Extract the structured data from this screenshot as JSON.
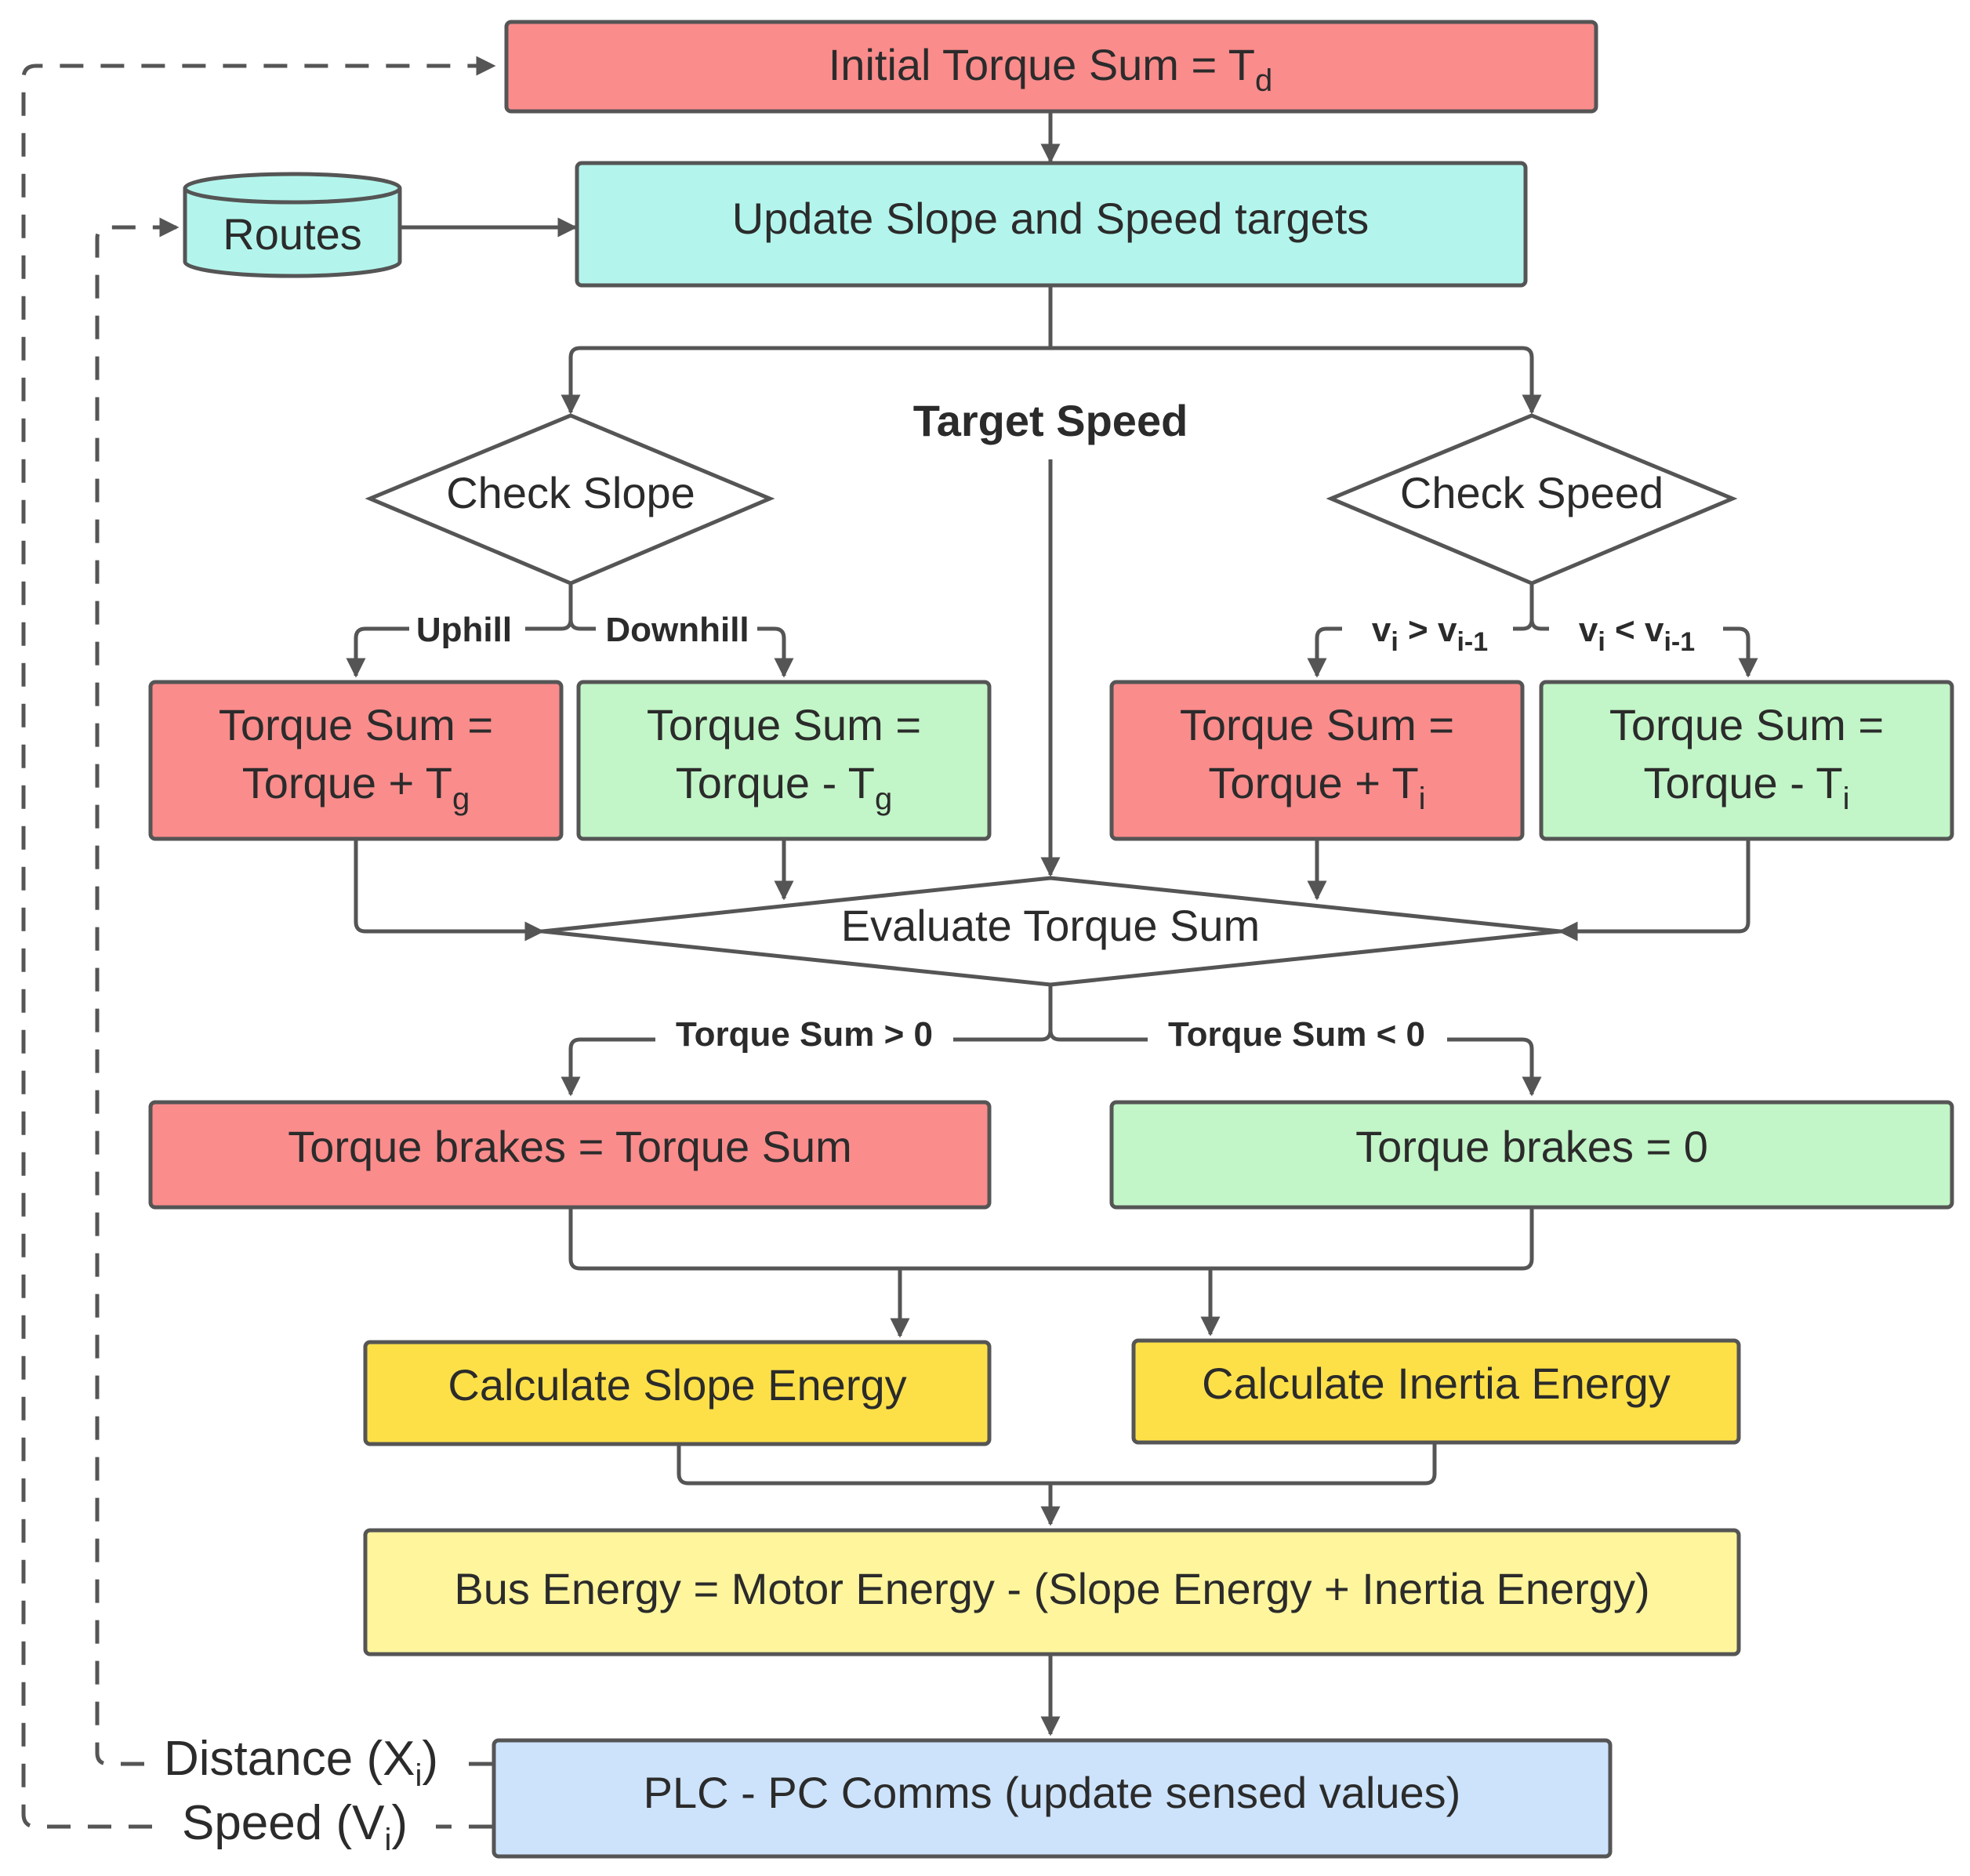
{
  "colors": {
    "red": "#fa8c8c",
    "cyan": "#b3f5ec",
    "green": "#c2f5c7",
    "yellow": "#fde048",
    "light_yellow": "#fef59c",
    "blue": "#cde3fb",
    "white": "#ffffff",
    "line": "#555555"
  },
  "nodes": {
    "initial_torque": {
      "main": "Initial Torque Sum = T",
      "sub": "d"
    },
    "routes": {
      "label": "Routes"
    },
    "update_targets": {
      "label": "Update Slope and Speed targets"
    },
    "target_speed": {
      "label": "Target Speed"
    },
    "check_slope": {
      "label": "Check Slope"
    },
    "check_speed": {
      "label": "Check Speed"
    },
    "uphill_sum": {
      "line1": "Torque Sum =",
      "line2": "Torque + T",
      "sub": "g"
    },
    "downhill_sum": {
      "line1": "Torque Sum =",
      "line2": "Torque - T",
      "sub": "g"
    },
    "accel_sum": {
      "line1": "Torque Sum =",
      "line2": "Torque + T",
      "sub": "i"
    },
    "decel_sum": {
      "line1": "Torque Sum =",
      "line2": "Torque - T",
      "sub": "i"
    },
    "evaluate": {
      "label": "Evaluate Torque Sum"
    },
    "brakes_sum": {
      "label": "Torque brakes = Torque Sum"
    },
    "brakes_zero": {
      "label": "Torque brakes = 0"
    },
    "slope_energy": {
      "label": "Calculate Slope Energy"
    },
    "inertia_energy": {
      "label": "Calculate Inertia Energy"
    },
    "bus_energy": {
      "label": "Bus Energy = Motor Energy - (Slope Energy + Inertia Energy)"
    },
    "plc": {
      "label": "PLC - PC Comms (update sensed values)"
    }
  },
  "edges": {
    "uphill": "Uphill",
    "downhill": "Downhill",
    "vgt": {
      "v": "v",
      "i": "i",
      "op": " > v",
      "sub": "i-1"
    },
    "vlt": {
      "v": "v",
      "i": "i",
      "op": " < v",
      "sub": "i-1"
    },
    "sum_gt": "Torque Sum > 0",
    "sum_lt": "Torque Sum < 0",
    "distance": {
      "main": "Distance (X",
      "sub": "i",
      "end": ")"
    },
    "speed": {
      "main": "Speed (V",
      "sub": "i",
      "end": ")"
    }
  }
}
